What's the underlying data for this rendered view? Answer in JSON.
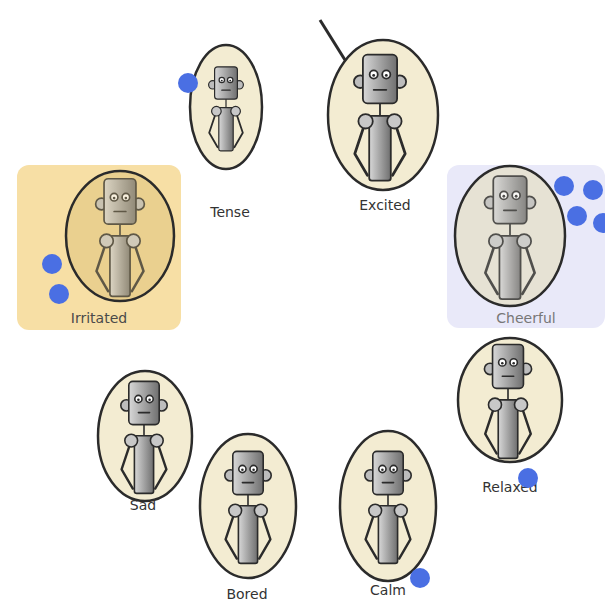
{
  "diagram": {
    "nodes": [
      {
        "text": [
          "Tense"
        ]
      },
      {
        "text": [
          "Excited"
        ]
      },
      {
        "text": [
          "Irritated"
        ]
      },
      {
        "text": [
          "Cheerful"
        ]
      },
      {
        "text": [
          "Relaxed"
        ]
      },
      {
        "text": [
          "Sad"
        ]
      },
      {
        "text": [
          "Bored"
        ]
      },
      {
        "text": [
          "Calm"
        ]
      }
    ]
  }
}
